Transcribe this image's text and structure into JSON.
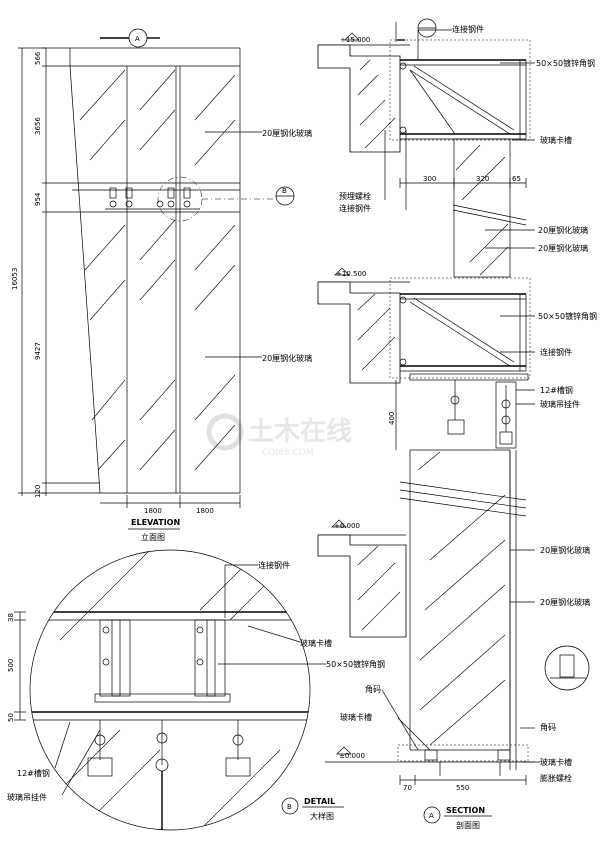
{
  "elevation": {
    "title_en": "ELEVATION",
    "title_cn": "立面图",
    "section_marker": "A",
    "detail_marker": "B",
    "glass_label_top": "20厘钢化玻璃",
    "glass_label_bottom": "20厘钢化玻璃",
    "dims_vertical": [
      "566",
      "3656",
      "954",
      "9427",
      "120"
    ],
    "dim_total": "16053",
    "dims_horizontal": [
      "1800",
      "1800"
    ]
  },
  "section": {
    "title_en": "SECTION",
    "title_cn": "剖面图",
    "marker": "A",
    "levels": [
      "+15.000",
      "+10.500",
      "+6.000",
      "±0.000"
    ],
    "labels": {
      "connector_top": "连接钢件",
      "angle_top": "50×50镀锌角钢",
      "glass_clip_top": "玻璃卡槽",
      "embed_bolt": "预埋螺栓",
      "connector_embed": "连接钢件",
      "glass_a": "20厘钢化玻璃",
      "glass_b": "20厘钢化玻璃",
      "angle_mid": "50×50镀锌角钢",
      "connector_mid": "连接钢件",
      "channel": "12#槽钢",
      "hanger": "玻璃吊挂件",
      "glass_c": "20厘钢化玻璃",
      "glass_d": "20厘钢化玻璃",
      "corner_code": "角码",
      "glass_clip_bottom": "玻璃卡槽",
      "corner_code_right": "角码",
      "clip_right": "玻璃卡槽",
      "expansion_bolt": "膨胀螺栓"
    },
    "dims": {
      "d300": "300",
      "d320": "320",
      "d65": "65",
      "d400": "400",
      "d70": "70",
      "d550": "550"
    }
  },
  "detail": {
    "title_en": "DETAIL",
    "title_cn": "大样图",
    "marker": "B",
    "labels": {
      "connector": "连接钢件",
      "clip": "玻璃卡槽",
      "angle": "50×50镀锌角钢",
      "channel": "12#槽钢",
      "hanger": "玻璃吊挂件"
    },
    "dims": [
      "38",
      "500",
      "50"
    ]
  },
  "watermark": {
    "text_cn": "土木在线",
    "text_en": "COI88.COM"
  }
}
